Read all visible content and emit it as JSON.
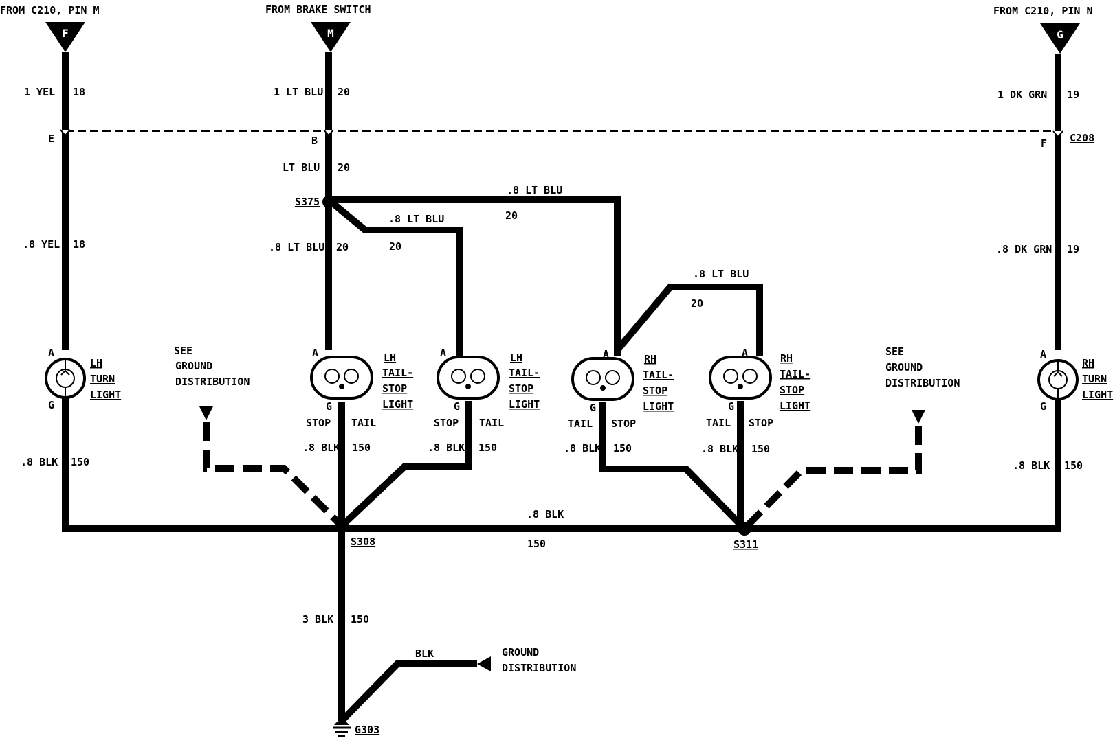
{
  "feeds": {
    "f": {
      "label": "FROM C210, PIN M",
      "letter": "F"
    },
    "m": {
      "label": "FROM BRAKE SWITCH",
      "letter": "M"
    },
    "g": {
      "label": "FROM C210, PIN N",
      "letter": "G"
    }
  },
  "wires": {
    "yel_top": {
      "color": "1 YEL",
      "gauge": "18"
    },
    "yel_bot": {
      "color": ".8 YEL",
      "gauge": "18"
    },
    "blu_top": {
      "color": "1 LT BLU",
      "gauge": "20"
    },
    "blu_mid": {
      "color": "LT BLU",
      "gauge": "20"
    },
    "blu_low": {
      "color": ".8 LT BLU",
      "gauge": "20"
    },
    "blu_br1": {
      "color": ".8 LT BLU",
      "gauge": "20"
    },
    "blu_br2": {
      "color": ".8 LT BLU",
      "gauge": "20"
    },
    "blu_br3": {
      "color": ".8 LT BLU",
      "gauge": "20"
    },
    "grn_top": {
      "color": "1 DK GRN",
      "gauge": "19"
    },
    "grn_bot": {
      "color": ".8 DK GRN",
      "gauge": "19"
    },
    "blk_lh_turn": {
      "color": ".8 BLK",
      "gauge": "150"
    },
    "blk_lh_ts1": {
      "color": ".8 BLK",
      "gauge": "150"
    },
    "blk_lh_ts2": {
      "color": ".8 BLK",
      "gauge": "150"
    },
    "blk_rh_ts1": {
      "color": ".8 BLK",
      "gauge": "150"
    },
    "blk_rh_ts2": {
      "color": ".8 BLK",
      "gauge": "150"
    },
    "blk_rh_turn": {
      "color": ".8 BLK",
      "gauge": "150"
    },
    "blk_bus": {
      "color": ".8 BLK",
      "gauge": "150"
    },
    "blk_ground": {
      "color": "3 BLK",
      "gauge": "150"
    },
    "blk_dist": {
      "color": "BLK"
    }
  },
  "connector": {
    "name": "C208",
    "pin_e": "E",
    "pin_b": "B",
    "pin_f": "F"
  },
  "splices": {
    "s375": "S375",
    "s308": "S308",
    "s311": "S311"
  },
  "ground": {
    "name": "G303"
  },
  "lamps": {
    "lh_turn": {
      "l1": "LH",
      "l2": "TURN",
      "l3": "LIGHT",
      "pin_a": "A",
      "pin_g": "G"
    },
    "lh_ts1": {
      "l1": "LH",
      "l2": "TAIL-",
      "l3": "STOP",
      "l4": "LIGHT",
      "pin_a": "A",
      "pin_g": "G",
      "stop": "STOP",
      "tail": "TAIL"
    },
    "lh_ts2": {
      "l1": "LH",
      "l2": "TAIL-",
      "l3": "STOP",
      "l4": "LIGHT",
      "pin_a": "A",
      "pin_g": "G",
      "stop": "STOP",
      "tail": "TAIL"
    },
    "rh_ts1": {
      "l1": "RH",
      "l2": "TAIL-",
      "l3": "STOP",
      "l4": "LIGHT",
      "pin_a": "A",
      "pin_g": "G",
      "stop": "STOP",
      "tail": "TAIL"
    },
    "rh_ts2": {
      "l1": "RH",
      "l2": "TAIL-",
      "l3": "STOP",
      "l4": "LIGHT",
      "pin_a": "A",
      "pin_g": "G",
      "stop": "STOP",
      "tail": "TAIL"
    },
    "rh_turn": {
      "l1": "RH",
      "l2": "TURN",
      "l3": "LIGHT",
      "pin_a": "A",
      "pin_g": "G"
    }
  },
  "notes": {
    "left": {
      "l1": "SEE",
      "l2": "GROUND",
      "l3": "DISTRIBUTION"
    },
    "right": {
      "l1": "SEE",
      "l2": "GROUND",
      "l3": "DISTRIBUTION"
    },
    "bottom": {
      "l1": "GROUND",
      "l2": "DISTRIBUTION"
    }
  }
}
